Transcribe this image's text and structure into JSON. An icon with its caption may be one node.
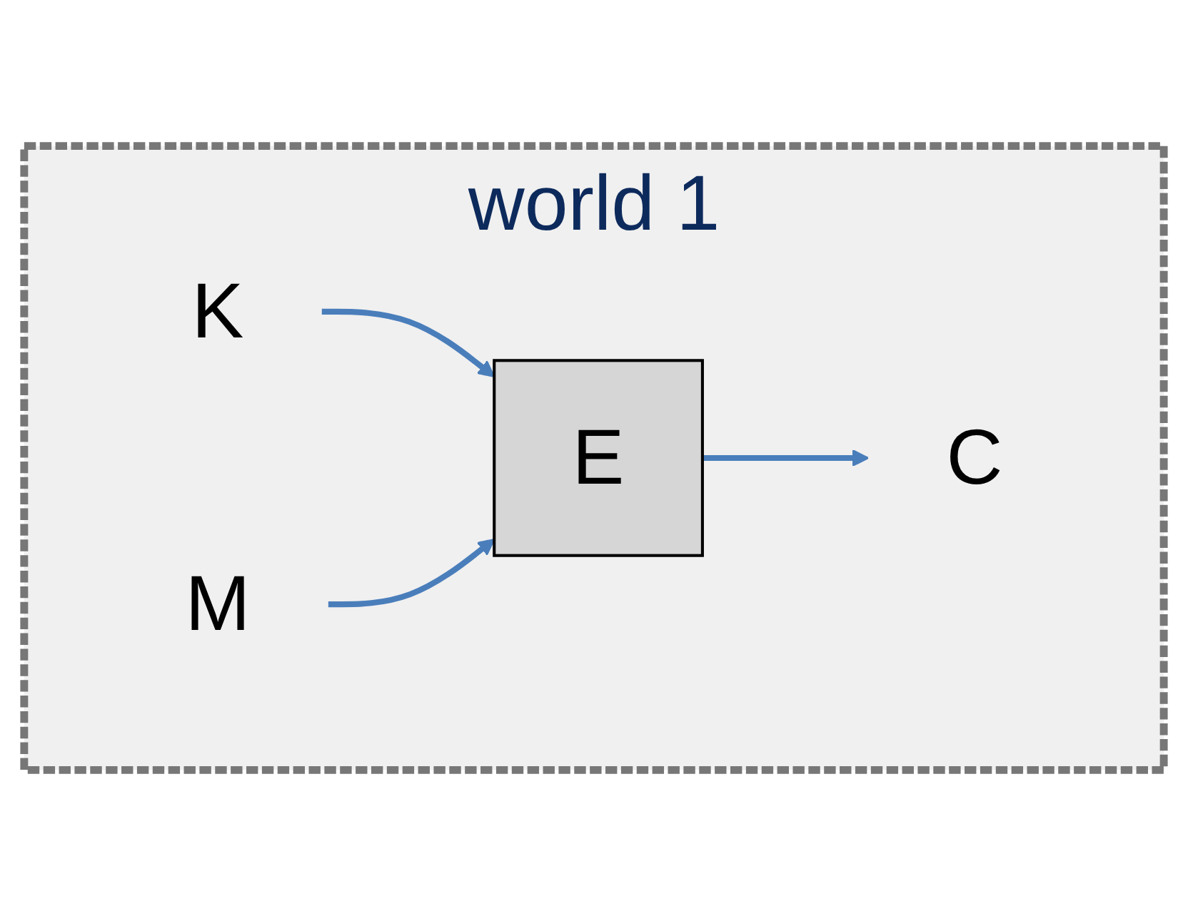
{
  "diagram": {
    "nodes": [
      {
        "text": [
          "world 1"
        ]
      },
      {
        "text": [
          "K"
        ],
        "in": 0
      },
      {
        "text": [
          "M"
        ],
        "in": 0
      },
      {
        "text": [
          "E"
        ],
        "in": 0
      },
      {
        "text": [
          "C"
        ],
        "in": 0
      }
    ],
    "edges": [
      {
        "from": 1,
        "to": 3,
        "arrow": "to",
        "color": "#4a7ebb"
      },
      {
        "from": 2,
        "to": 3,
        "arrow": "to",
        "color": "#4a7ebb"
      },
      {
        "from": 3,
        "to": 4,
        "arrow": "to",
        "color": "#4a7ebb"
      }
    ]
  }
}
